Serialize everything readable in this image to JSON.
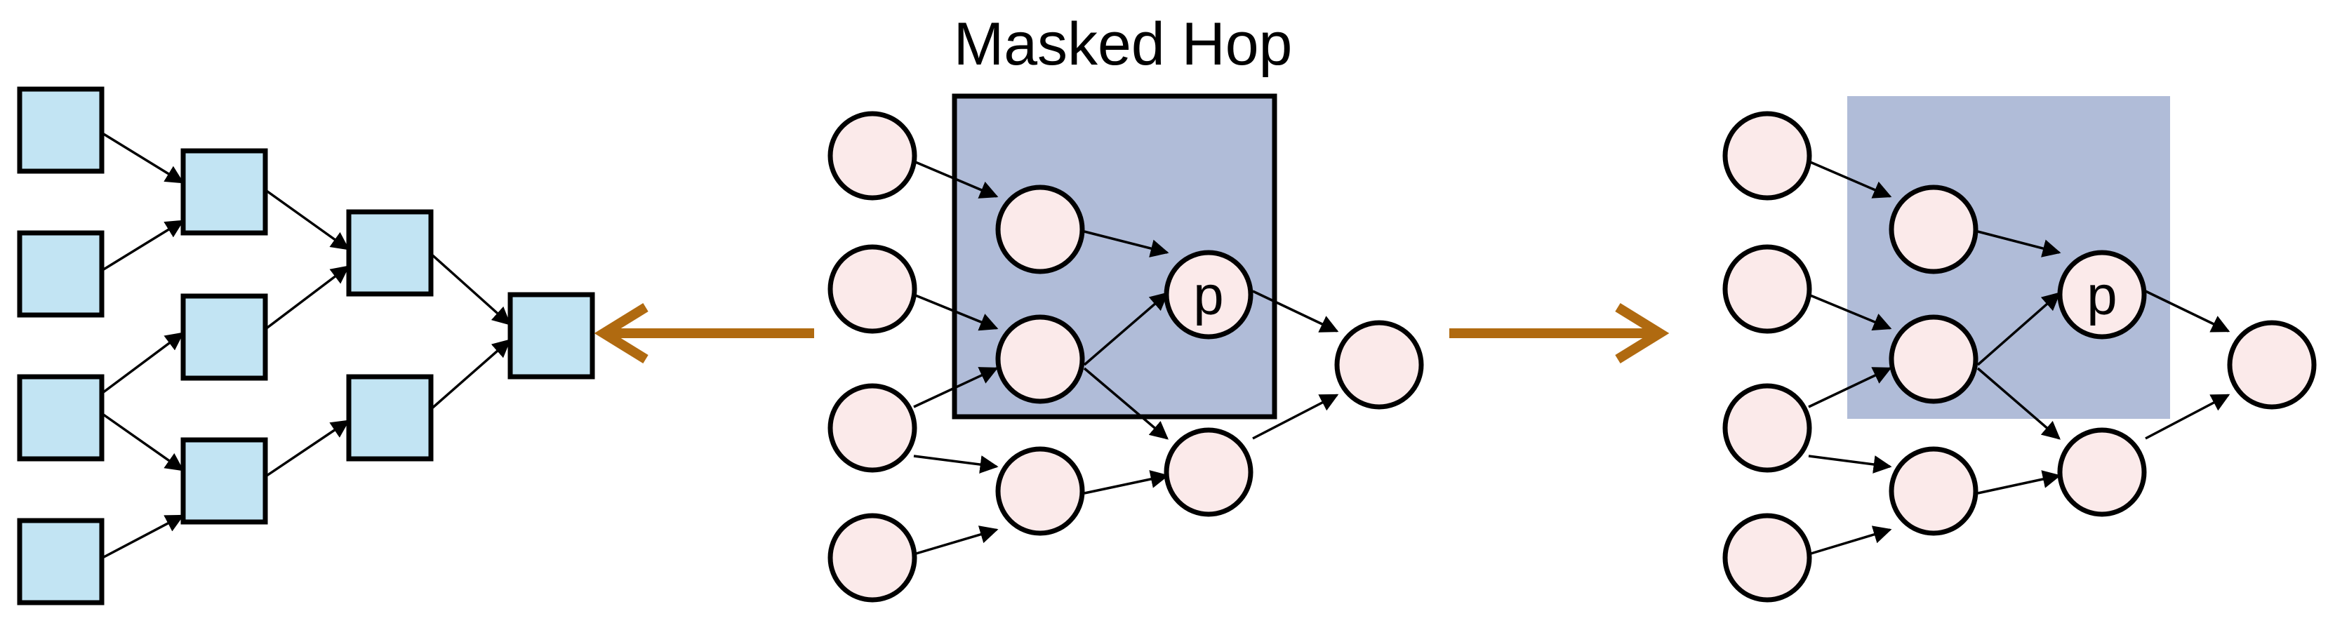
{
  "title": "Masked Hop",
  "colors": {
    "square_fill": "#c2e4f3",
    "circle_fill": "#fbeaea",
    "mask_fill": "#b0bcd8",
    "arrow": "#b06a10",
    "stroke": "#000000"
  },
  "center_graph": {
    "special_node_label": "p"
  },
  "right_graph": {
    "special_node_label": "p"
  },
  "arrows": {
    "left": "left-arrow",
    "right": "right-arrow"
  }
}
